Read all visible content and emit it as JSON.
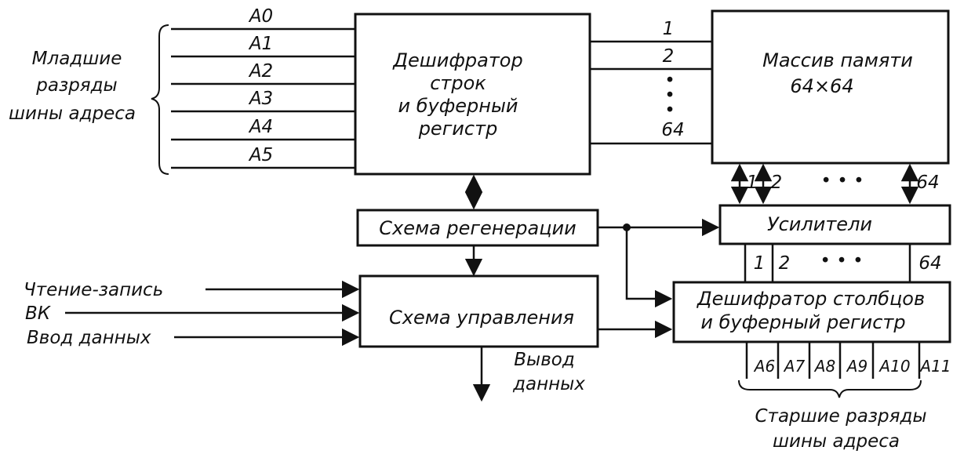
{
  "left_group_label": [
    "Младшие",
    "разряды",
    "шины адреса"
  ],
  "row_address_lines": [
    "A0",
    "A1",
    "A2",
    "A3",
    "A4",
    "A5"
  ],
  "row_decoder": [
    "Дешифратор",
    "строк",
    "и буферный",
    "регистр"
  ],
  "row_outputs": {
    "first": "1",
    "second": "2",
    "dots": "•",
    "last": "64"
  },
  "memory_array": [
    "Массив памяти",
    "64×64"
  ],
  "array_to_amp": {
    "first": "1",
    "second": "2",
    "dots": "• • •",
    "last": "64"
  },
  "amplifiers": "Усилители",
  "amp_to_col": {
    "first": "1",
    "second": "2",
    "dots": "• • •",
    "last": "64"
  },
  "refresh": "Схема регенерации",
  "control": "Схема управления",
  "control_inputs": [
    "Чтение-запись",
    "ВК",
    "Ввод данных"
  ],
  "data_out": [
    "Вывод",
    "данных"
  ],
  "column_decoder": [
    "Дешифратор столбцов",
    "и буферный регистр"
  ],
  "column_address_lines": [
    "A6",
    "A7",
    "A8",
    "A9",
    "A10",
    "A11"
  ],
  "right_group_label": [
    "Старшие разряды",
    "шины адреса"
  ]
}
